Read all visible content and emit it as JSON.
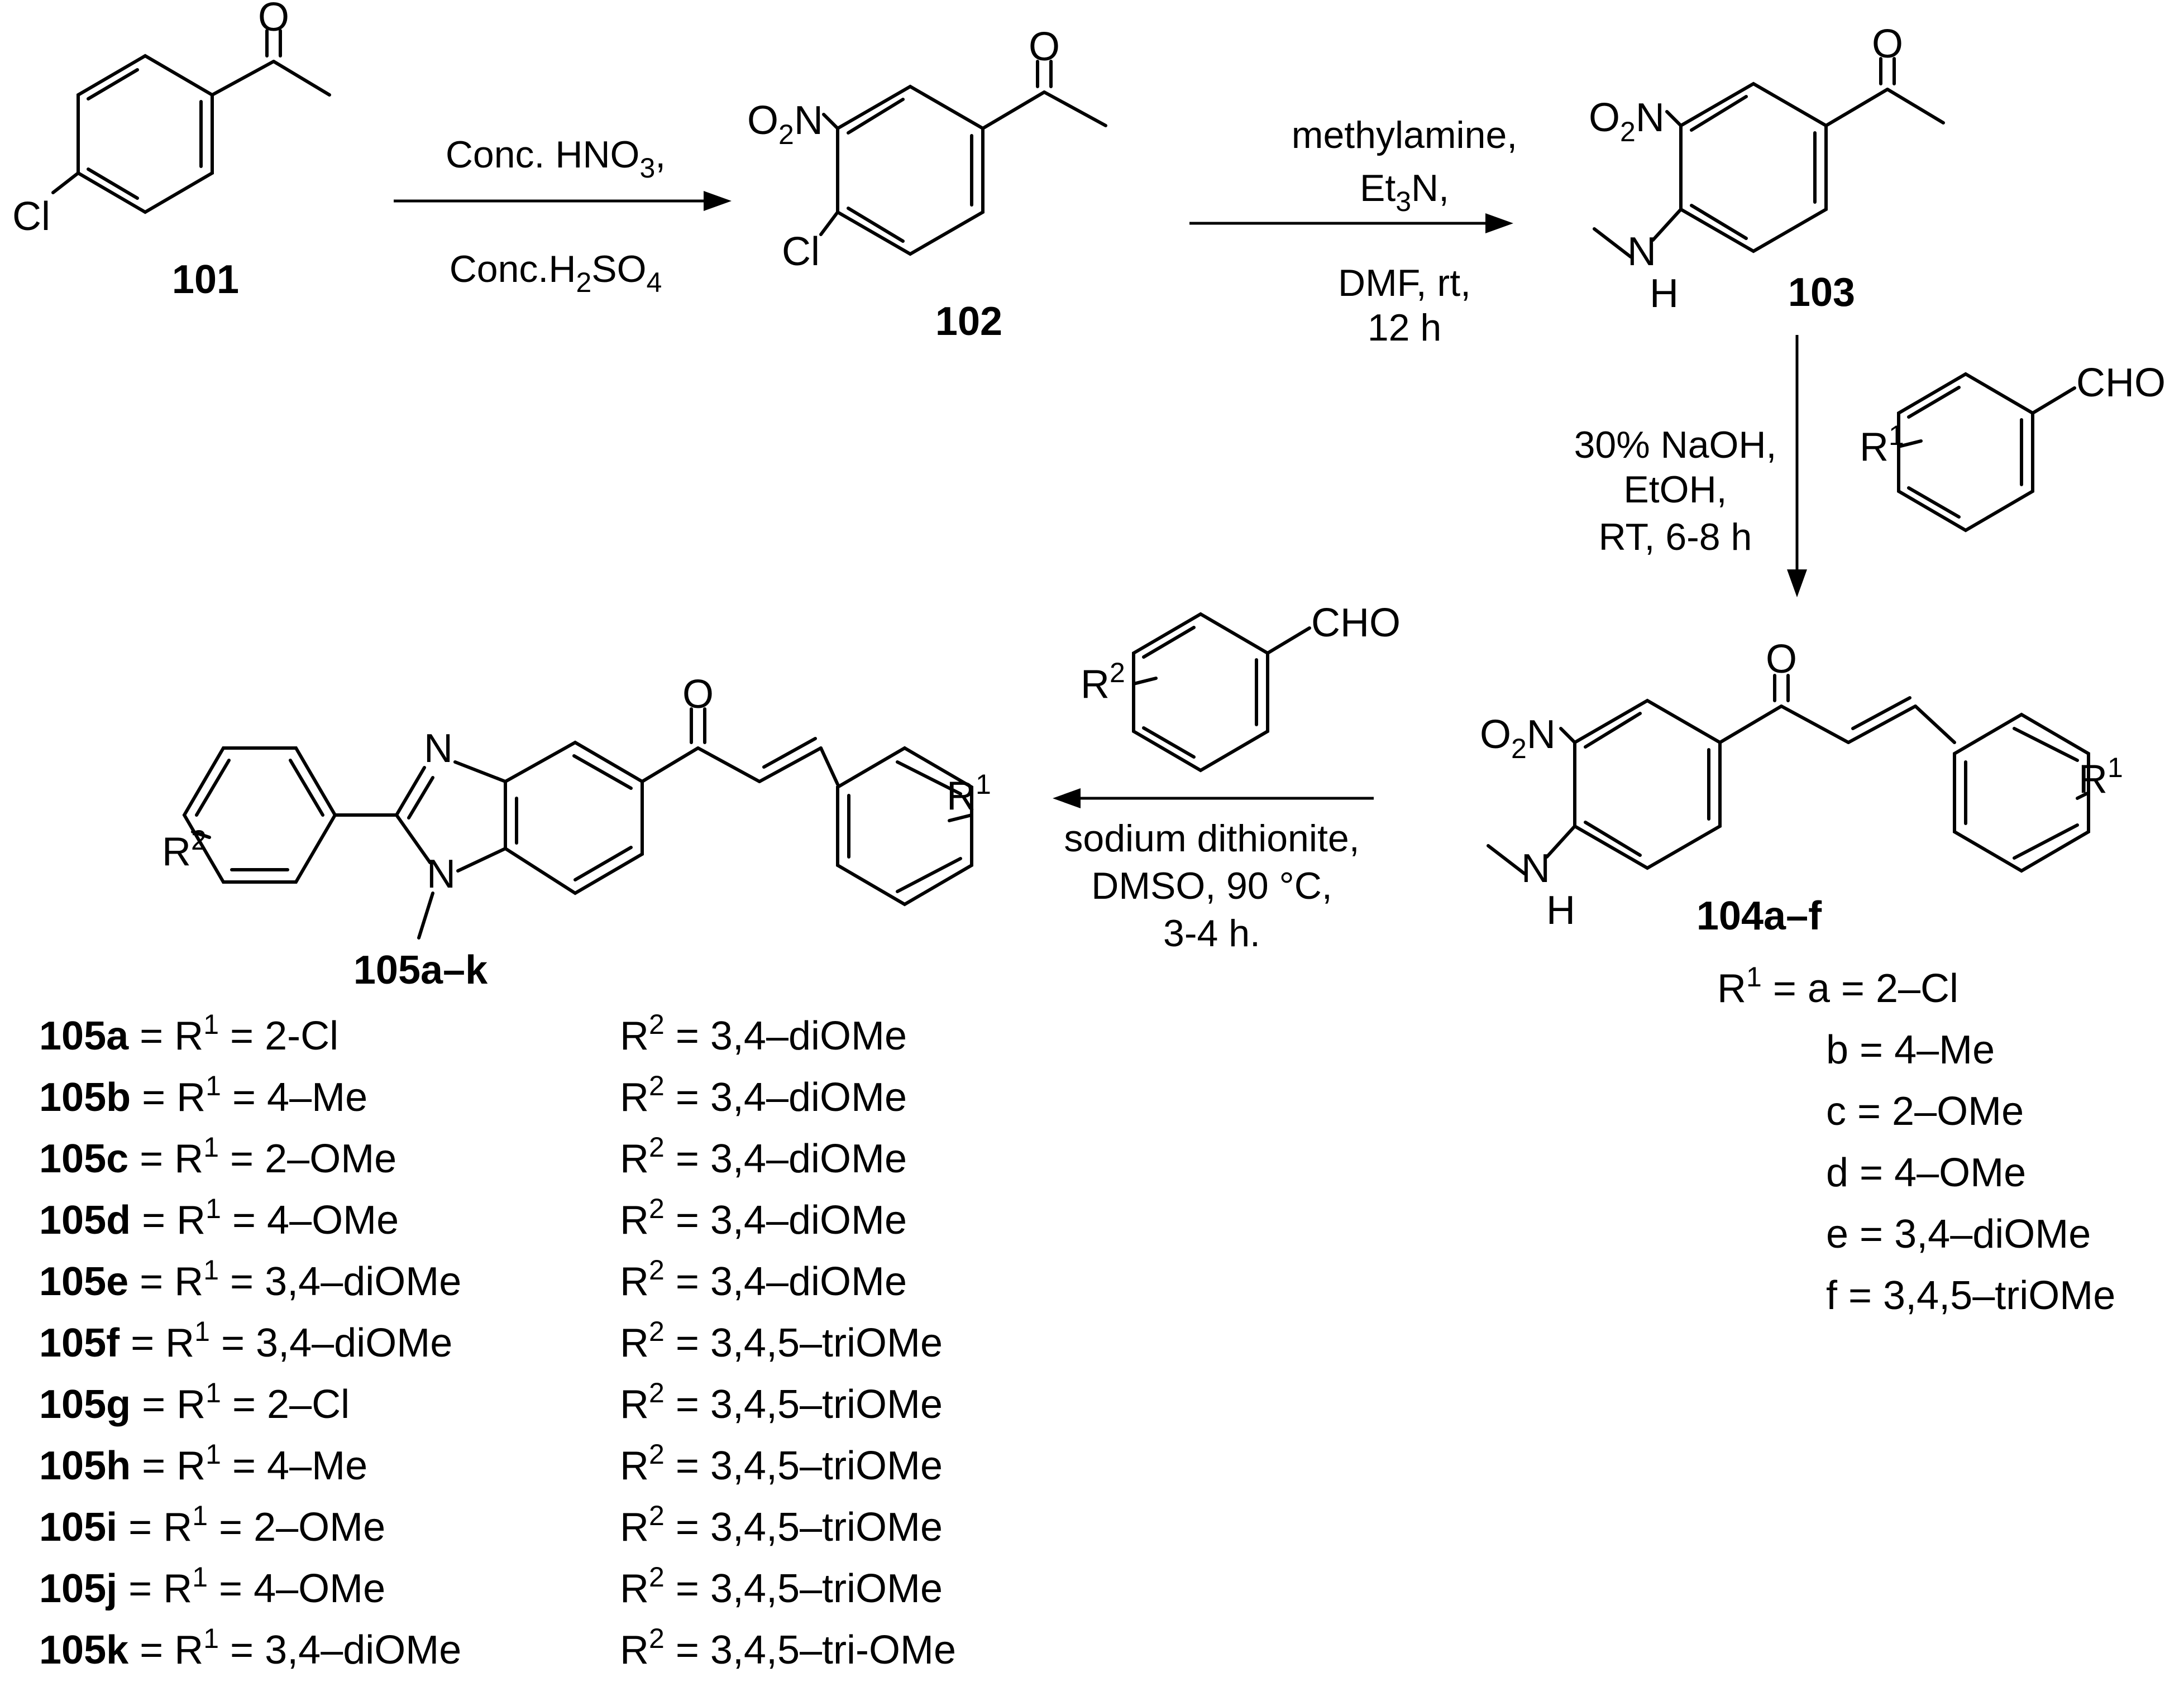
{
  "compounds": {
    "c101": "101",
    "c102": "102",
    "c103": "103",
    "c104": "104a–f",
    "c105": "105a–k"
  },
  "atoms": {
    "O": "O",
    "Cl": "Cl",
    "N": "N",
    "H": "H",
    "O2": "2",
    "CHO": "CHO",
    "R": "R",
    "one": "1",
    "two": "2"
  },
  "step1": {
    "line1": "Conc. HNO",
    "line1_sub": "3",
    "line1_end": ",",
    "line2": "Conc.H",
    "line2_sub1": "2",
    "line2_mid": "SO",
    "line2_sub2": "4"
  },
  "step2": {
    "line1": "methylamine,",
    "line2": "Et",
    "line2_sub": "3",
    "line2_end": "N,",
    "line3": "DMF,  rt,",
    "line4": "12 h"
  },
  "step3": {
    "line1": "30% NaOH,",
    "line2": "EtOH,",
    "line3": "RT,  6-8 h"
  },
  "step4": {
    "line1": "sodium dithionite,",
    "line2": "DMSO, 90 °C,",
    "line3": "3-4 h."
  },
  "r1_list": {
    "head_pre": "R",
    "head_sup": "1",
    "head_post": " = a = 2–Cl",
    "items": [
      "b = 4–Me",
      "c = 2–OMe",
      "d = 4–OMe",
      "e = 3,4–diOMe",
      "f  = 3,4,5–triOMe"
    ]
  },
  "table": [
    {
      "id": "105a",
      "r1": "2-Cl",
      "r2": "3,4–diOMe"
    },
    {
      "id": "105b",
      "r1": "4–Me",
      "r2": "3,4–diOMe"
    },
    {
      "id": "105c",
      "r1": "2–OMe",
      "r2": "3,4–diOMe"
    },
    {
      "id": "105d",
      "r1": "4–OMe",
      "r2": "3,4–diOMe"
    },
    {
      "id": "105e",
      "r1": "3,4–diOMe",
      "r2": "3,4–diOMe"
    },
    {
      "id": "105f",
      "r1": "3,4–diOMe",
      "r2": "3,4,5–triOMe"
    },
    {
      "id": "105g",
      "r1": "2–Cl",
      "r2": "3,4,5–triOMe"
    },
    {
      "id": "105h",
      "r1": "4–Me",
      "r2": "3,4,5–triOMe"
    },
    {
      "id": "105i",
      "r1": "2–OMe",
      "r2": "3,4,5–triOMe"
    },
    {
      "id": "105j",
      "r1": " 4–OMe",
      "r2": "3,4,5–triOMe"
    },
    {
      "id": "105k",
      "r1": "3,4–diOMe",
      "r2": "3,4,5–tri-OMe"
    }
  ],
  "table_tokens": {
    "eq": " = ",
    "R": "R",
    "sup1": "1",
    "sup2": "2"
  }
}
